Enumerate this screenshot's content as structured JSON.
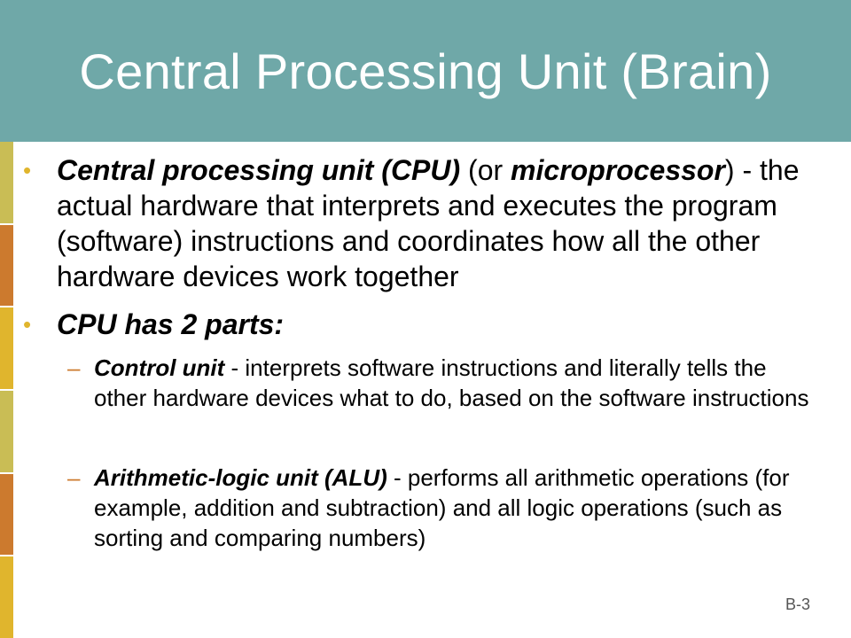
{
  "slide": {
    "title": "Central Processing Unit (Brain)",
    "page_number": "B-3",
    "colors": {
      "header": "#6fa8a8",
      "bullet": "#e0b52d",
      "dash": "#cc7a2e"
    }
  },
  "bullets": [
    {
      "term": "Central processing unit (CPU)",
      "pre_alt": " (or ",
      "alt_term": "microprocessor",
      "text": ") - the actual hardware that interprets and executes the program (software) instructions and coordinates how all the other hardware devices work together"
    },
    {
      "term": "CPU has 2 parts:"
    }
  ],
  "sub_bullets": [
    {
      "term": "Control unit",
      "text": " - interprets software instructions and literally tells the other hardware devices what to do, based on the software instructions"
    },
    {
      "term": "Arithmetic-logic unit (ALU)",
      "text": " - performs all arithmetic operations (for example, addition and subtraction) and all logic operations (such as sorting and comparing numbers)"
    }
  ]
}
